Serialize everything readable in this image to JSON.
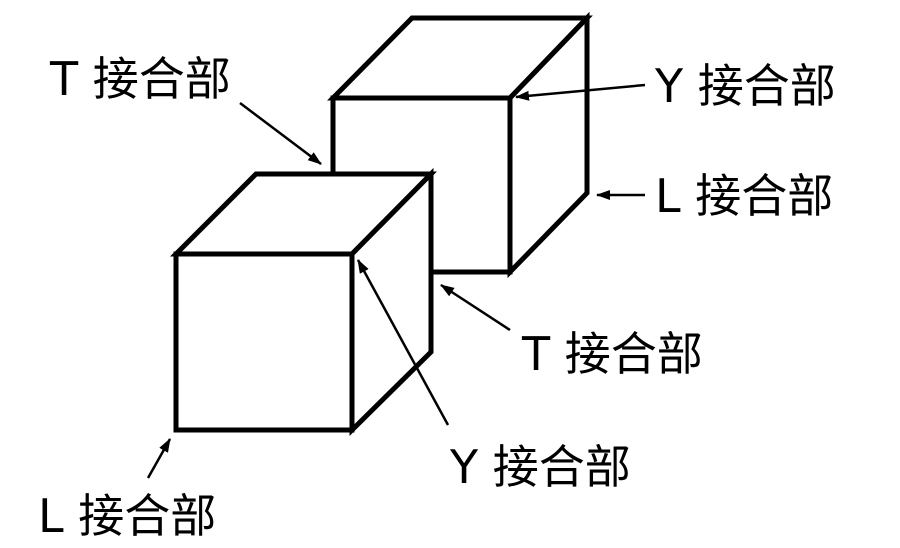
{
  "labels": {
    "t_junction_top": "T 接合部",
    "y_junction_right": "Y 接合部",
    "l_junction_right": "L 接合部",
    "t_junction_middle": "T 接合部",
    "y_junction_bottom": "Y 接合部",
    "l_junction_bottom": "L 接合部"
  }
}
